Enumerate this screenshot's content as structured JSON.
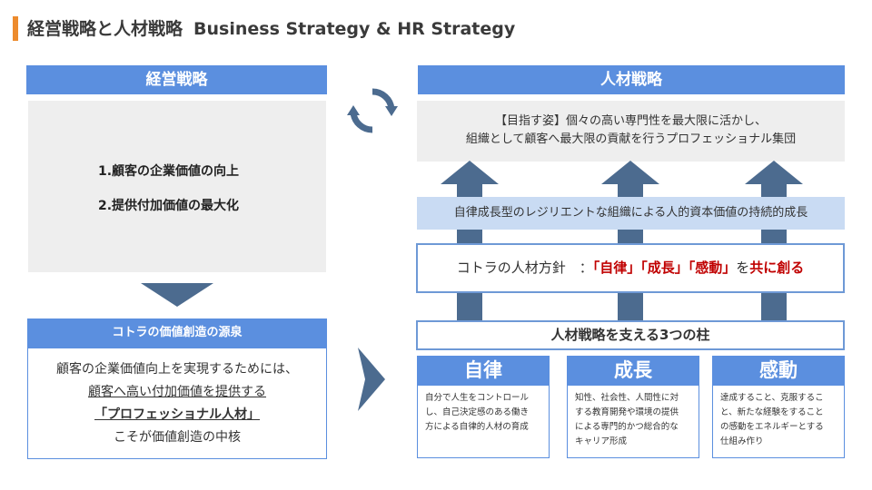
{
  "header": {
    "title_jp": "経営戦略と人材戦略",
    "title_en": "Business Strategy & HR Strategy"
  },
  "left": {
    "header": "経営戦略",
    "goals": [
      "1.顧客の企業価値の向上",
      "2.提供付加価値の最大化"
    ],
    "source": {
      "header": "コトラの価値創造の源泉",
      "lines": [
        "顧客の企業価値向上を実現するためには、",
        "顧客へ高い付加価値を提供する",
        "「プロフェッショナル人材」",
        "こそが価値創造の中核"
      ]
    }
  },
  "right": {
    "header": "人材戦略",
    "vision": [
      "【目指す姿】個々の高い専門性を最大限に活かし、",
      "組織として顧客へ最大限の貢献を行うプロフェッショナル集団"
    ],
    "resilient": "自律成長型のレジリエントな組織による人的資本価値の持続的成長",
    "policy": {
      "prefix": "コトラの人材方針　：",
      "highlight1": "「自律」「成長」「感動」",
      "middle": "を",
      "highlight2": "共に創る"
    },
    "pillars_title": "人材戦略を支える3つの柱",
    "pillars": [
      {
        "name": "自律",
        "desc": [
          "自分で人生をコントロール",
          "し、自己決定感のある働き",
          "方による自律的人材の育成"
        ]
      },
      {
        "name": "成長",
        "desc": [
          "知性、社会性、人間性に対",
          "する教育開発や環境の提供",
          "による専門的かつ総合的な",
          "キャリア形成"
        ]
      },
      {
        "name": "感動",
        "desc": [
          "達成すること、克服するこ",
          "と、新たな経験をすること",
          "の感動をエネルギーとする",
          "仕組み作り"
        ]
      }
    ]
  },
  "colors": {
    "accent_orange": "#ed8b2d",
    "header_blue": "#5b8fdf",
    "light_blue": "#c9dbf3",
    "arrow_navy": "#4c6b8f",
    "highlight_red": "#c00000",
    "panel_gray": "#eeeeee"
  },
  "icons": {
    "cycle": "refresh-cycle-icon",
    "down": "down-triangle-icon",
    "right": "right-chevron-icon",
    "up": "up-arrow-icon"
  }
}
